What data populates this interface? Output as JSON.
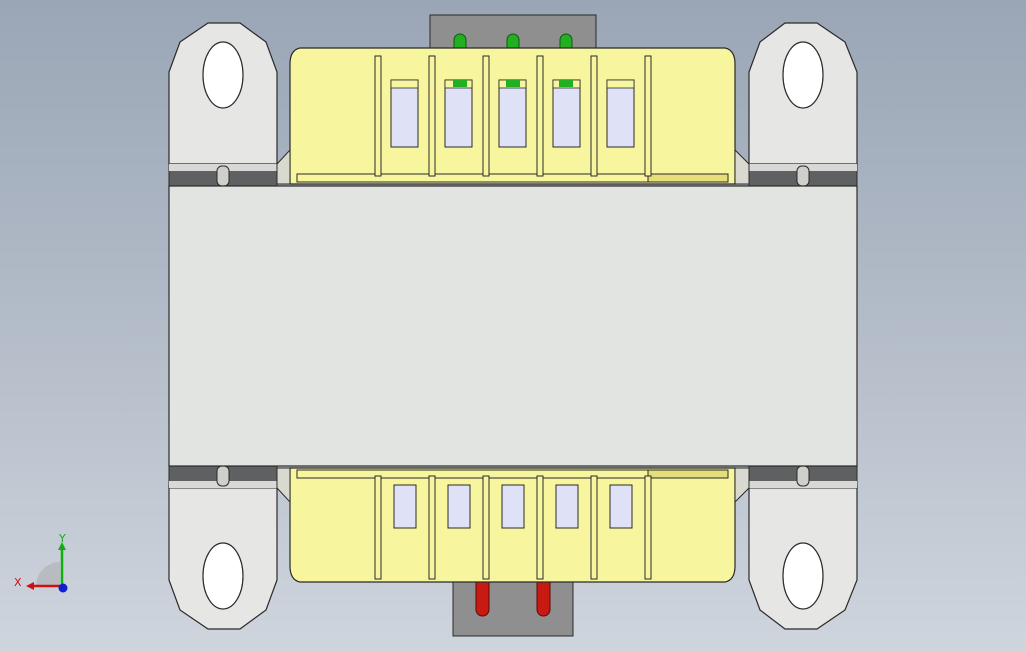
{
  "viewport": {
    "background_top": "#9aa6b6",
    "background_bottom": "#cfd5dd"
  },
  "colors": {
    "bracket": "#e6e7e4",
    "core": "#e2e4e1",
    "bobbin": "#f7f59e",
    "bobbin_dark": "#e4df7a",
    "window": "#dfe1f6",
    "tab": "#8f8f8f",
    "outline": "#2a2a2a",
    "terminal_top": "#22b022",
    "terminal_bottom": "#c81a12"
  },
  "model": {
    "name": "transformer",
    "top_terminal_count": 3,
    "bottom_terminal_count": 2,
    "top_window_count": 5,
    "bottom_window_count": 5
  },
  "triad": {
    "x_label": "X",
    "y_label": "Y",
    "x_color": "#d01010",
    "y_color": "#10b010",
    "z_color": "#1020d0",
    "icon": "coordinate-triad-icon"
  }
}
